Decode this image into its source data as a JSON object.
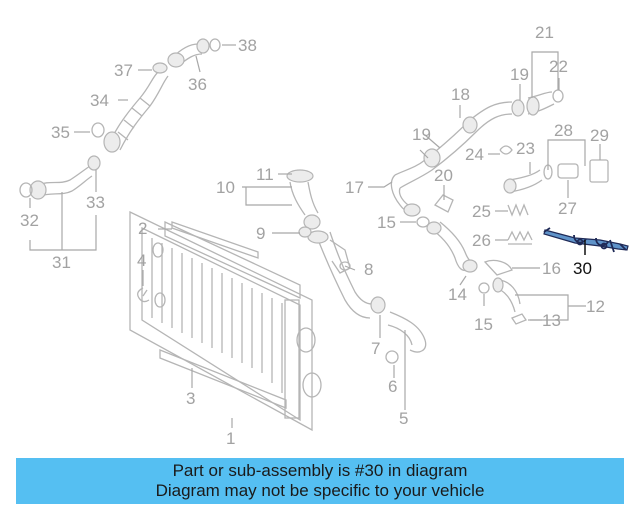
{
  "callouts": {
    "c1": "1",
    "c2": "2",
    "c3": "3",
    "c4": "4",
    "c5": "5",
    "c6": "6",
    "c7": "7",
    "c8": "8",
    "c9": "9",
    "c10": "10",
    "c11": "11",
    "c12": "12",
    "c13": "13",
    "c14": "14",
    "c15a": "15",
    "c15b": "15",
    "c16": "16",
    "c17": "17",
    "c18": "18",
    "c19a": "19",
    "c19b": "19",
    "c20": "20",
    "c21": "21",
    "c22": "22",
    "c23": "23",
    "c24": "24",
    "c25": "25",
    "c26": "26",
    "c27": "27",
    "c28": "28",
    "c29": "29",
    "c30": "30",
    "c31": "31",
    "c32": "32",
    "c33": "33",
    "c34": "34",
    "c35": "35",
    "c36": "36",
    "c37": "37",
    "c38": "38"
  },
  "highlighted_part": "30",
  "banner": {
    "line1": "Part or sub-assembly is #30 in diagram",
    "line2": "Diagram may not be specific to your vehicle",
    "background": "#55bff2"
  }
}
